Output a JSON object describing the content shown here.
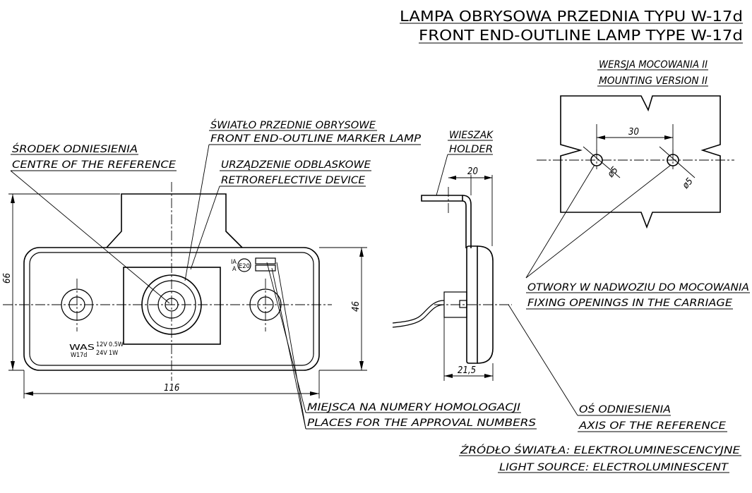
{
  "title": {
    "line1": "LAMPA OBRYSOWA PRZEDNIA TYPU W-17d",
    "line2": "FRONT END-OUTLINE LAMP TYPE W-17d"
  },
  "mounting": {
    "pl": "WERSJA MOCOWANIA II",
    "en": "MOUNTING VERSION II"
  },
  "labels": {
    "marker_pl": "ŚWIATŁO PRZEDNIE OBRYSOWE",
    "marker_en": "FRONT END-OUTLINE MARKER LAMP",
    "centre_pl": "ŚRODEK ODNIESIENIA",
    "centre_en": "CENTRE OF THE REFERENCE",
    "retro_pl": "URZĄDZENIE ODBLASKOWE",
    "retro_en": "RETROREFLECTIVE DEVICE",
    "holder_pl": "WIESZAK",
    "holder_en": "HOLDER",
    "openings_pl": "OTWORY W NADWOZIU DO MOCOWANIA",
    "openings_en": "FIXING OPENINGS IN THE CARRIAGE",
    "approval_pl": "MIEJSCA NA NUMERY HOMOLOGACJI",
    "approval_en": "PLACES FOR THE APPROVAL NUMBERS",
    "axis_pl": "OŚ ODNIESIENIA",
    "axis_en": "AXIS OF THE REFERENCE",
    "source_pl": "ŹRÓDŁO ŚWIATŁA: ELEKTROLUMINESCENCYJNE",
    "source_en": "LIGHT SOURCE: ELECTROLUMINESCENT"
  },
  "dimensions": {
    "height_total": "66",
    "width_total": "116",
    "body_height": "46",
    "holder_offset": "20",
    "depth": "21,5",
    "hole_spacing": "30",
    "hole_d1": "ø5",
    "hole_d2": "ø5"
  },
  "marks": {
    "ia": "IA",
    "a": "A",
    "e20": "E20",
    "brand": "WAS",
    "v12": "12V",
    "w05": "0.5W",
    "model": "W17d",
    "v24": "24V",
    "w1": "1W"
  }
}
